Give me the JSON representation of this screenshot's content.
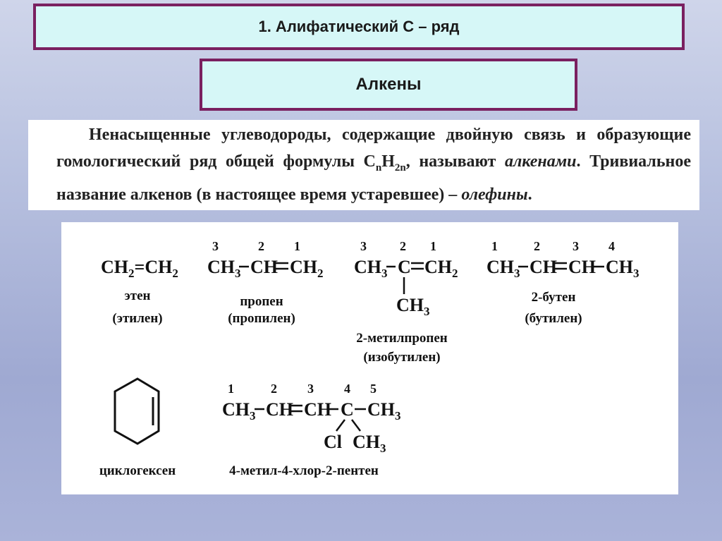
{
  "title": "1. Алифатический С – ряд",
  "subtitle": "Алкены",
  "definition": {
    "part1": "Ненасыщенные углеводороды, содержащие двойную связь и образующие гомологический ряд общей формулы С",
    "formula_sub1": "n",
    "formula_h": "Н",
    "formula_sub2": "2n",
    "part2": ", называют ",
    "term1": "алкенами",
    "part3": ". Тривиальное название алкенов (в настоящее время устаревшее) – ",
    "term2": "олефины",
    "part4": "."
  },
  "structures": {
    "ethene": {
      "f1": "CH",
      "s1": "2",
      "bond": "=",
      "f2": "CH",
      "s2": "2",
      "name": "этен",
      "trivial": "(этилен)"
    },
    "propene": {
      "n3": "3",
      "n2": "2",
      "n1": "1",
      "c1": "CH",
      "c1s": "3",
      "c2": "CH",
      "c3": "CH",
      "c3s": "2",
      "name": "пропен",
      "trivial": "(пропилен)"
    },
    "methylpropene": {
      "n3": "3",
      "n2": "2",
      "n1": "1",
      "c1": "CH",
      "c1s": "3",
      "c2": "C",
      "c3": "CH",
      "c3s": "2",
      "sub": "CH",
      "subs": "3",
      "name": "2-метилпропен",
      "trivial": "(изобутилен)"
    },
    "butene": {
      "n1": "1",
      "n2": "2",
      "n3": "3",
      "n4": "4",
      "c1": "CH",
      "c1s": "3",
      "c2": "CH",
      "c3": "CH",
      "c4": "CH",
      "c4s": "3",
      "name": "2-бутен",
      "trivial": "(бутилен)"
    },
    "cyclohexene": {
      "name": "циклогексен"
    },
    "methylchloropentene": {
      "n1": "1",
      "n2": "2",
      "n3": "3",
      "n4": "4",
      "n5": "5",
      "c1": "CH",
      "c1s": "3",
      "c2": "CH",
      "c3": "CH",
      "c4": "C",
      "c5": "CH",
      "c5s": "3",
      "cl": "Cl",
      "sub": "CH",
      "subs": "3",
      "name": "4-метил-4-хлор-2-пентен"
    }
  }
}
